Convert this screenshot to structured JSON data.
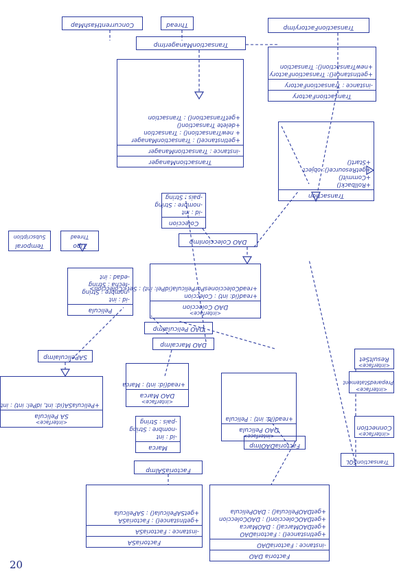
{
  "page_number": "20",
  "classes": {
    "transaction": {
      "name": "Transaction",
      "ops": [
        "+Rollback()",
        "+Commit()",
        "+getResource(): object",
        "+Start()"
      ]
    },
    "transaction_factory": {
      "name": "TransactionFactory",
      "attrs": [
        "-instance : TransactionFactory"
      ],
      "ops": [
        "+getInstance(): TransactionFactory",
        "+newTransaction(): Transaction"
      ]
    },
    "transaction_factory_imp": {
      "name": "TransactionFactoryImp"
    },
    "transaction_manager": {
      "name": "TransactionManager",
      "attrs": [
        "-instance : TransactionManager"
      ],
      "ops": [
        "+getInstance() : TransactionManager",
        "+ newTransaction() : Transaction",
        "+delete Transaction()",
        "+getTransaction() : Transaction"
      ]
    },
    "transaction_manager_imp": {
      "name": "TransactionManagerImp"
    },
    "thread": {
      "name": "Thread"
    },
    "concurrent_hashmap": {
      "name": "ConcurrentHashMap"
    },
    "coleccion": {
      "name": "Coleccion",
      "attrs": [
        "-id : int",
        "-nombre : String",
        "-pais : String"
      ]
    },
    "dao_coleccion_imp": {
      "name": "DAO ColeccionImp"
    },
    "dao_coleccion": {
      "stereotype": "<interface>",
      "name": "DAO Coleccion",
      "ops": [
        "+read(id: int) : Coleccion",
        "+readColeccionesPorPelicula(idPel: int) : Set<Coleccion>"
      ]
    },
    "pelicula": {
      "name": "Pelicula",
      "attrs": [
        "-id : int",
        "-nombre : String",
        "-fecha : String",
        "-edad : int"
      ]
    },
    "tipo": {
      "name": "Tipo",
      "sub": "Thread"
    },
    "temporal": {
      "name": "Temporal",
      "sub": "Subscription"
    },
    "dao_pelicula_imp": {
      "name": "DAO PeliculaImp"
    },
    "dao_marca_imp": {
      "name": "DAO MarcaImp"
    },
    "sa_pelicula_imp": {
      "name": "SAPeliculaImp"
    },
    "sa_pelicula": {
      "stereotype": "<interface>",
      "name": "SA Pelicula",
      "ops": [
        "+PeliculaSA(id: int, idPel: int) : int"
      ]
    },
    "dao_marca": {
      "stereotype": "<interface>",
      "name": "DAO Marca",
      "ops": [
        "+read(id: int) : Marca"
      ]
    },
    "marca": {
      "name": "Marca",
      "attrs": [
        "-id : int",
        "-nombre : String",
        "-pais : String"
      ]
    },
    "dao_pelicula": {
      "stereotype": "<interface>",
      "name": "DAO Pelicula",
      "ops": [
        "+read(id: int) : Pelicula"
      ]
    },
    "result_set": {
      "stereotype": "<interface>",
      "name": "ResultSet"
    },
    "prepared_statement": {
      "stereotype": "<interface>",
      "name": "PreparedStatement"
    },
    "connection": {
      "stereotype": "<interface>",
      "name": "Connection"
    },
    "transaction_sql": {
      "name": "TransactionSQL"
    },
    "factoria_sa_imp": {
      "name": "FactoriaSAImp"
    },
    "factoria_dao_imp": {
      "name": "FactoriaDAOImp"
    },
    "factoria_sa": {
      "name": "FactoriaSA",
      "attrs": [
        "-instance : FactoriaSA"
      ],
      "ops": [
        "+getInstance() : FactoriaSA",
        "+getSAPelicula() : SAPelicula"
      ]
    },
    "factoria_dao": {
      "name": "Factoria DAO",
      "attrs": [
        "-instance : FactoriaDAO"
      ],
      "ops": [
        "+getInstance() : FactoriaDAO",
        "+getDAOMarca() : DAOMarca",
        "+getDAOColeccion() : DAOColeccion",
        "+getDAOPelicula() : DAOPelicula"
      ]
    }
  }
}
